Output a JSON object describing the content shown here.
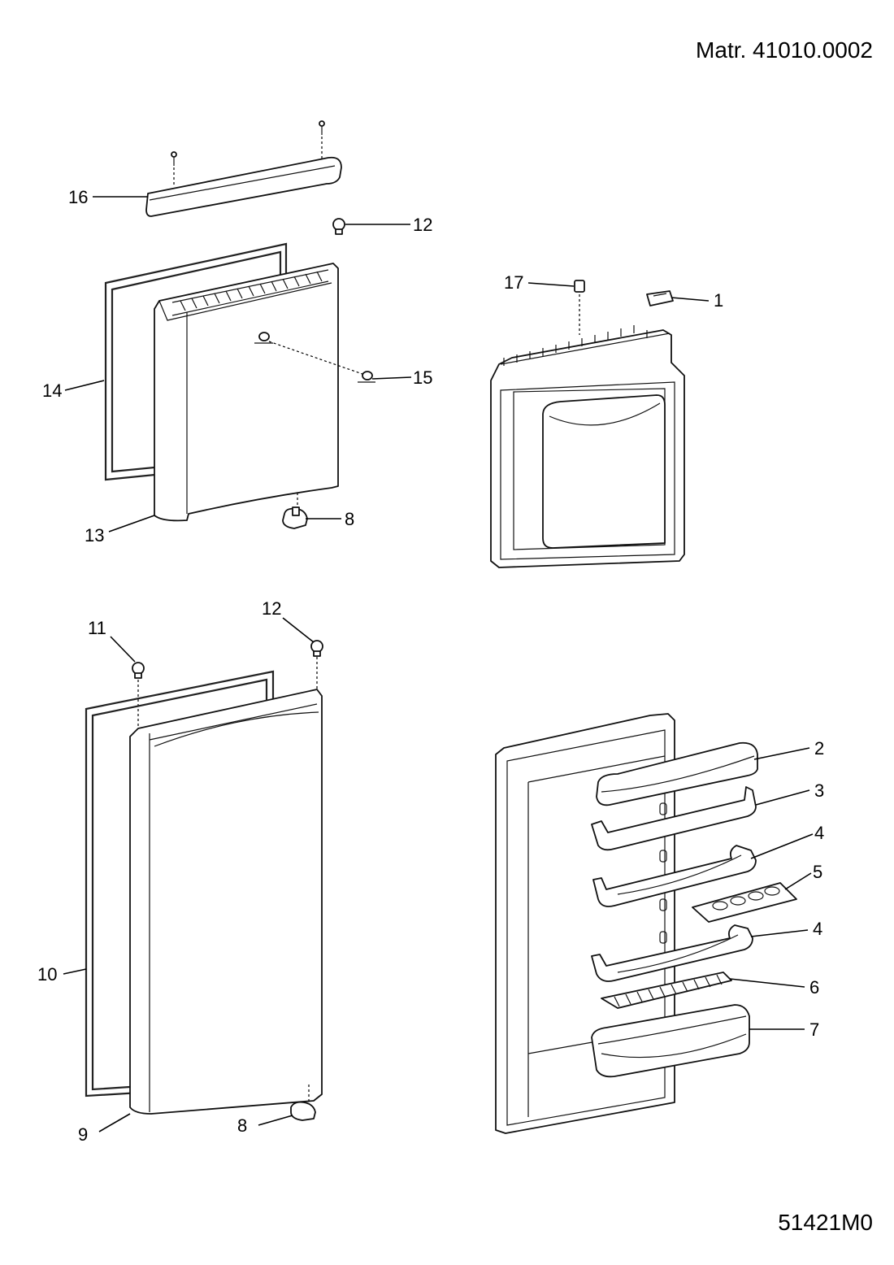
{
  "header": {
    "material_ref": "Matr. 41010.0002"
  },
  "footer": {
    "drawing_code": "51421M0"
  },
  "callouts": {
    "c1": "1",
    "c2": "2",
    "c3": "3",
    "c4a": "4",
    "c4b": "4",
    "c5": "5",
    "c6": "6",
    "c7": "7",
    "c8a": "8",
    "c8b": "8",
    "c9": "9",
    "c10": "10",
    "c11": "11",
    "c12a": "12",
    "c12b": "12",
    "c13": "13",
    "c14": "14",
    "c15": "15",
    "c16": "16",
    "c17": "17"
  }
}
